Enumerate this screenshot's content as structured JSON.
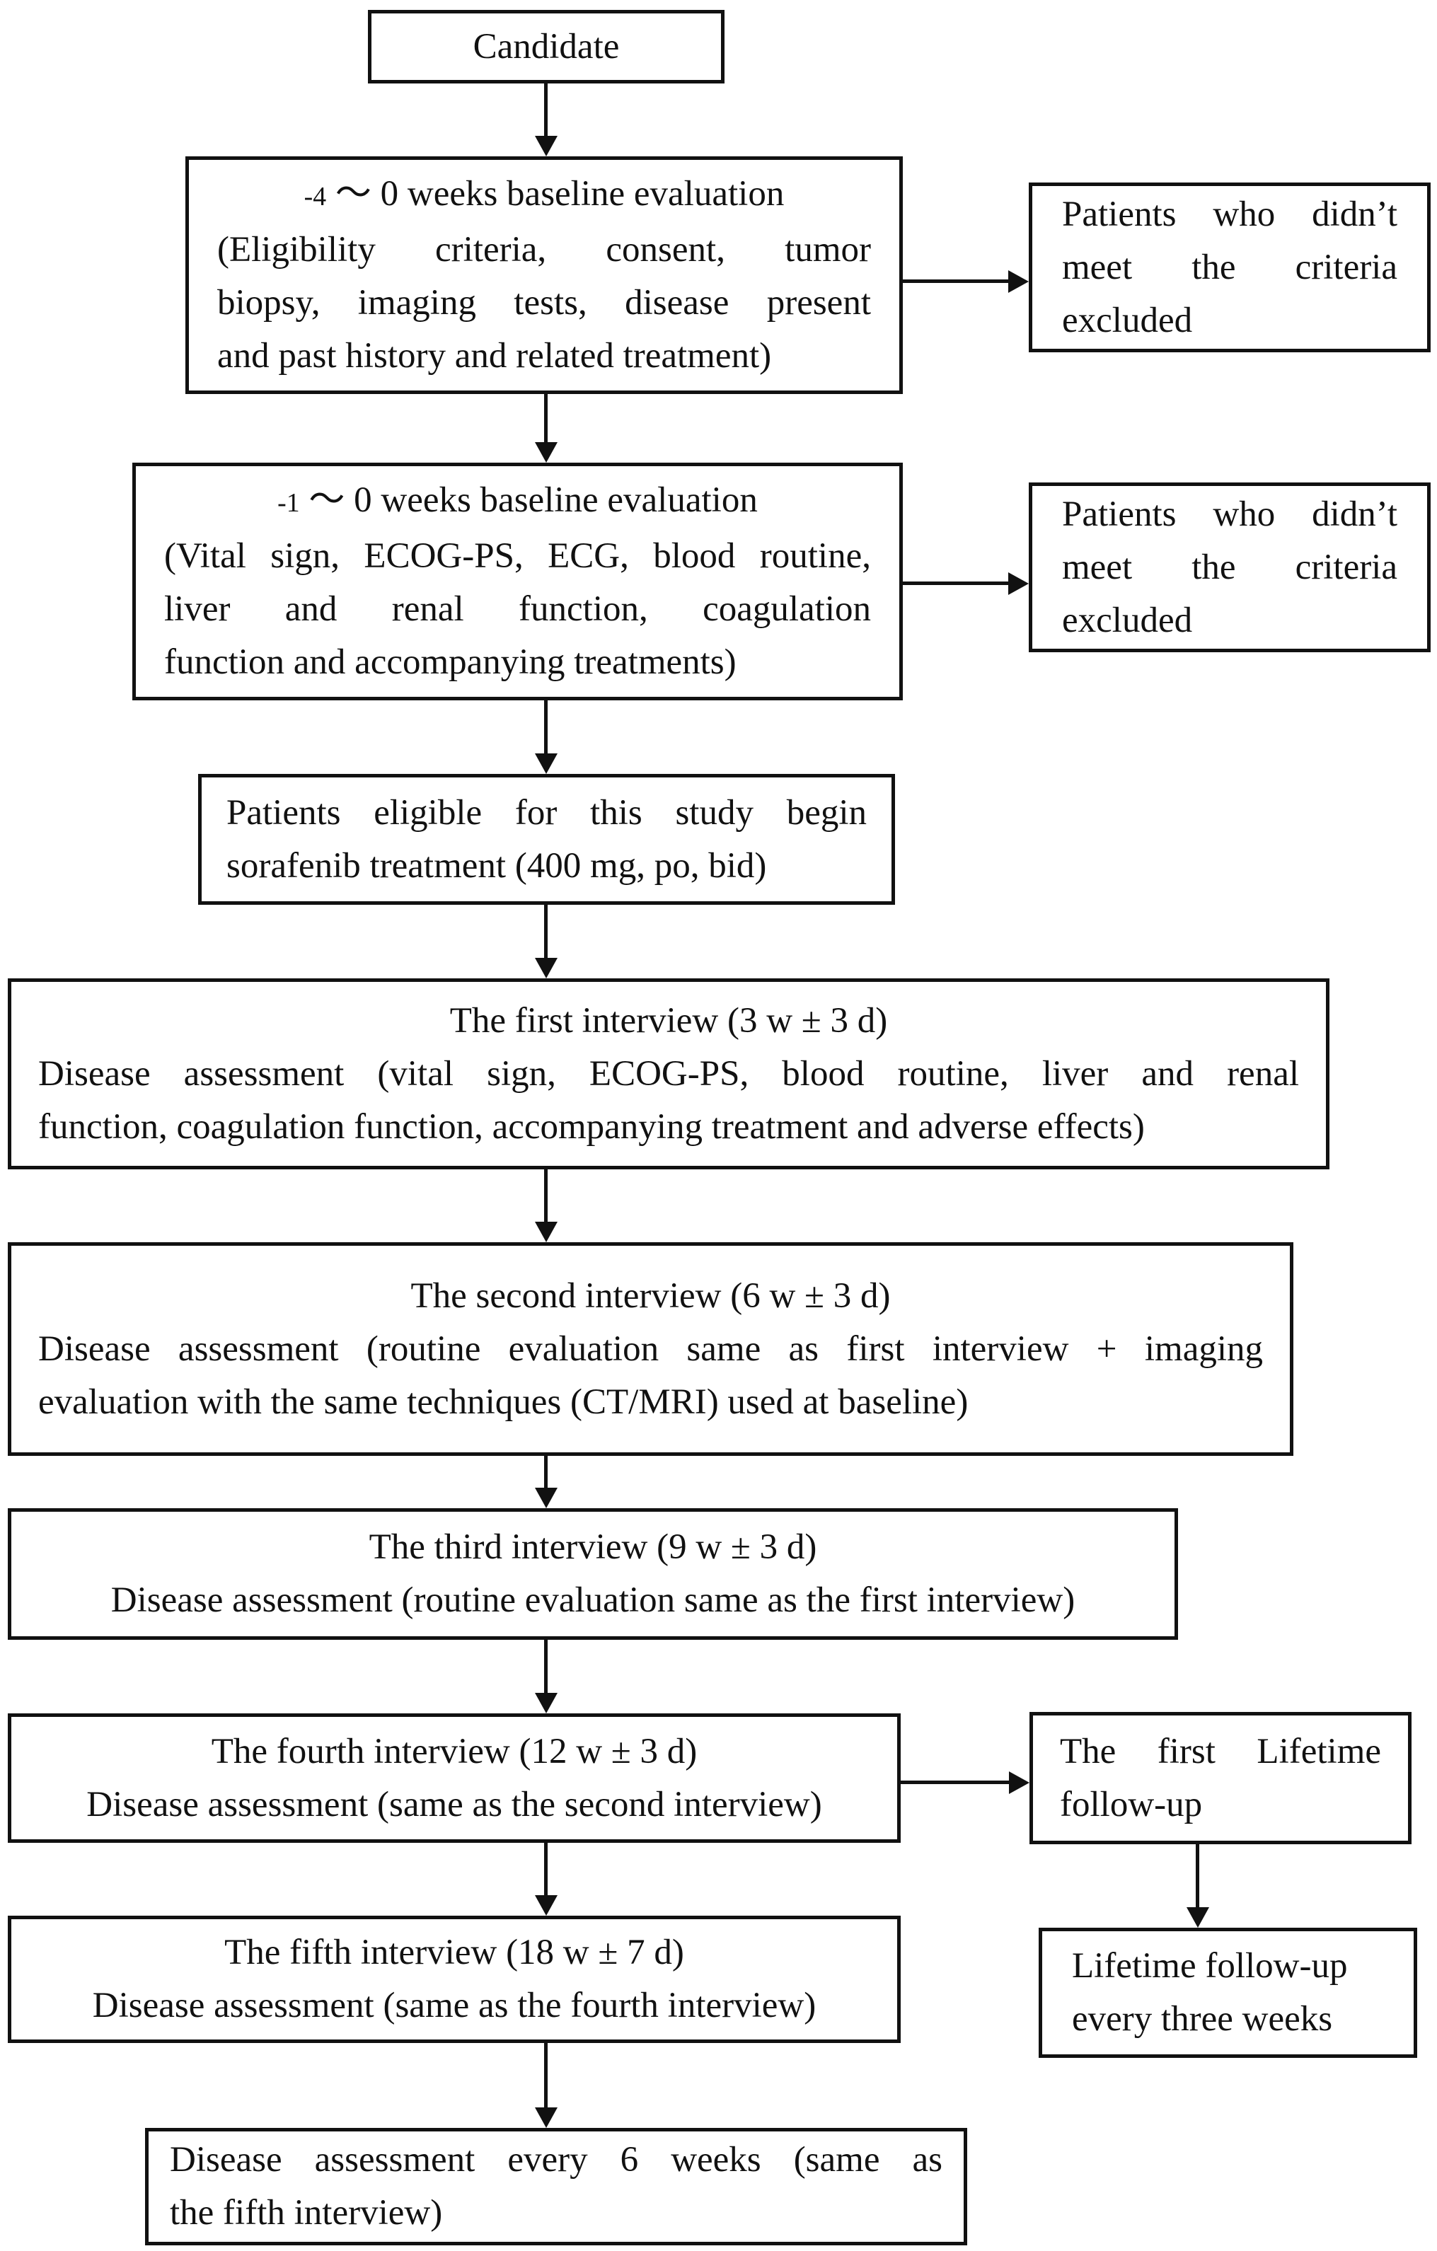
{
  "colors": {
    "ink": "#111111",
    "background": "#ffffff"
  },
  "diagram_title": "Sorafenib study visit-schedule flowchart",
  "nodes": {
    "candidate": {
      "lines": [
        {
          "t": "Candidate",
          "a": "center"
        }
      ]
    },
    "baseline_4w": {
      "lines": [
        {
          "pre": "-4",
          "t": " ～ 0 weeks baseline evaluation",
          "a": "center"
        },
        {
          "t": "(Eligibility criteria, consent, tumor",
          "a": "justify"
        },
        {
          "t": "biopsy, imaging tests, disease present",
          "a": "justify"
        },
        {
          "t": "and past history and related treatment)",
          "a": "left"
        }
      ]
    },
    "excluded_1": {
      "lines": [
        {
          "t": "Patients who didn’t",
          "a": "justify"
        },
        {
          "t": "meet the criteria",
          "a": "justify"
        },
        {
          "t": "excluded",
          "a": "left"
        }
      ]
    },
    "baseline_1w": {
      "lines": [
        {
          "pre": "-1",
          "t": " ～ 0 weeks baseline evaluation",
          "a": "center"
        },
        {
          "t": "(Vital sign, ECOG-PS, ECG, blood routine,",
          "a": "justify"
        },
        {
          "t": "liver and renal function, coagulation",
          "a": "justify"
        },
        {
          "t": "function and accompanying treatments)",
          "a": "left"
        }
      ]
    },
    "excluded_2": {
      "lines": [
        {
          "t": "Patients who didn’t",
          "a": "justify"
        },
        {
          "t": "meet the criteria",
          "a": "justify"
        },
        {
          "t": "excluded",
          "a": "left"
        }
      ]
    },
    "treatment_start": {
      "lines": [
        {
          "t": "Patients eligible for this study begin",
          "a": "justify"
        },
        {
          "t": "sorafenib treatment (400 mg, po, bid)",
          "a": "left"
        }
      ]
    },
    "interview_1": {
      "lines": [
        {
          "t": "The first interview (3 w ± 3 d)",
          "a": "center"
        },
        {
          "t": "Disease assessment (vital sign, ECOG-PS, blood routine, liver and renal",
          "a": "justify"
        },
        {
          "t": "function, coagulation function, accompanying treatment and adverse effects)",
          "a": "left"
        }
      ]
    },
    "interview_2": {
      "lines": [
        {
          "t": "The second interview (6 w ± 3 d)",
          "a": "center"
        },
        {
          "t": "Disease assessment (routine evaluation same as first interview + imaging",
          "a": "justify"
        },
        {
          "t": "evaluation with the same techniques (CT/MRI) used at baseline)",
          "a": "left"
        }
      ]
    },
    "interview_3": {
      "lines": [
        {
          "t": "The third interview (9 w ± 3 d)",
          "a": "center"
        },
        {
          "t": "Disease assessment (routine evaluation same as the first interview)",
          "a": "center"
        }
      ]
    },
    "interview_4": {
      "lines": [
        {
          "t": "The fourth interview (12 w ± 3 d)",
          "a": "center"
        },
        {
          "t": "Disease assessment (same as the second interview)",
          "a": "center"
        }
      ]
    },
    "lifetime_first": {
      "lines": [
        {
          "t": "The first Lifetime",
          "a": "justify"
        },
        {
          "t": "follow-up",
          "a": "left"
        }
      ]
    },
    "interview_5": {
      "lines": [
        {
          "t": "The fifth interview (18 w ± 7 d)",
          "a": "center"
        },
        {
          "t": "Disease assessment (same as the fourth interview)",
          "a": "center"
        }
      ]
    },
    "lifetime_every3w": {
      "lines": [
        {
          "t": "Lifetime follow-up",
          "a": "left"
        },
        {
          "t": "every three weeks",
          "a": "left"
        }
      ]
    },
    "assessment_6w": {
      "lines": [
        {
          "t": "Disease assessment every 6 weeks (same as",
          "a": "justify"
        },
        {
          "t": "the fifth interview)",
          "a": "left"
        }
      ]
    }
  }
}
